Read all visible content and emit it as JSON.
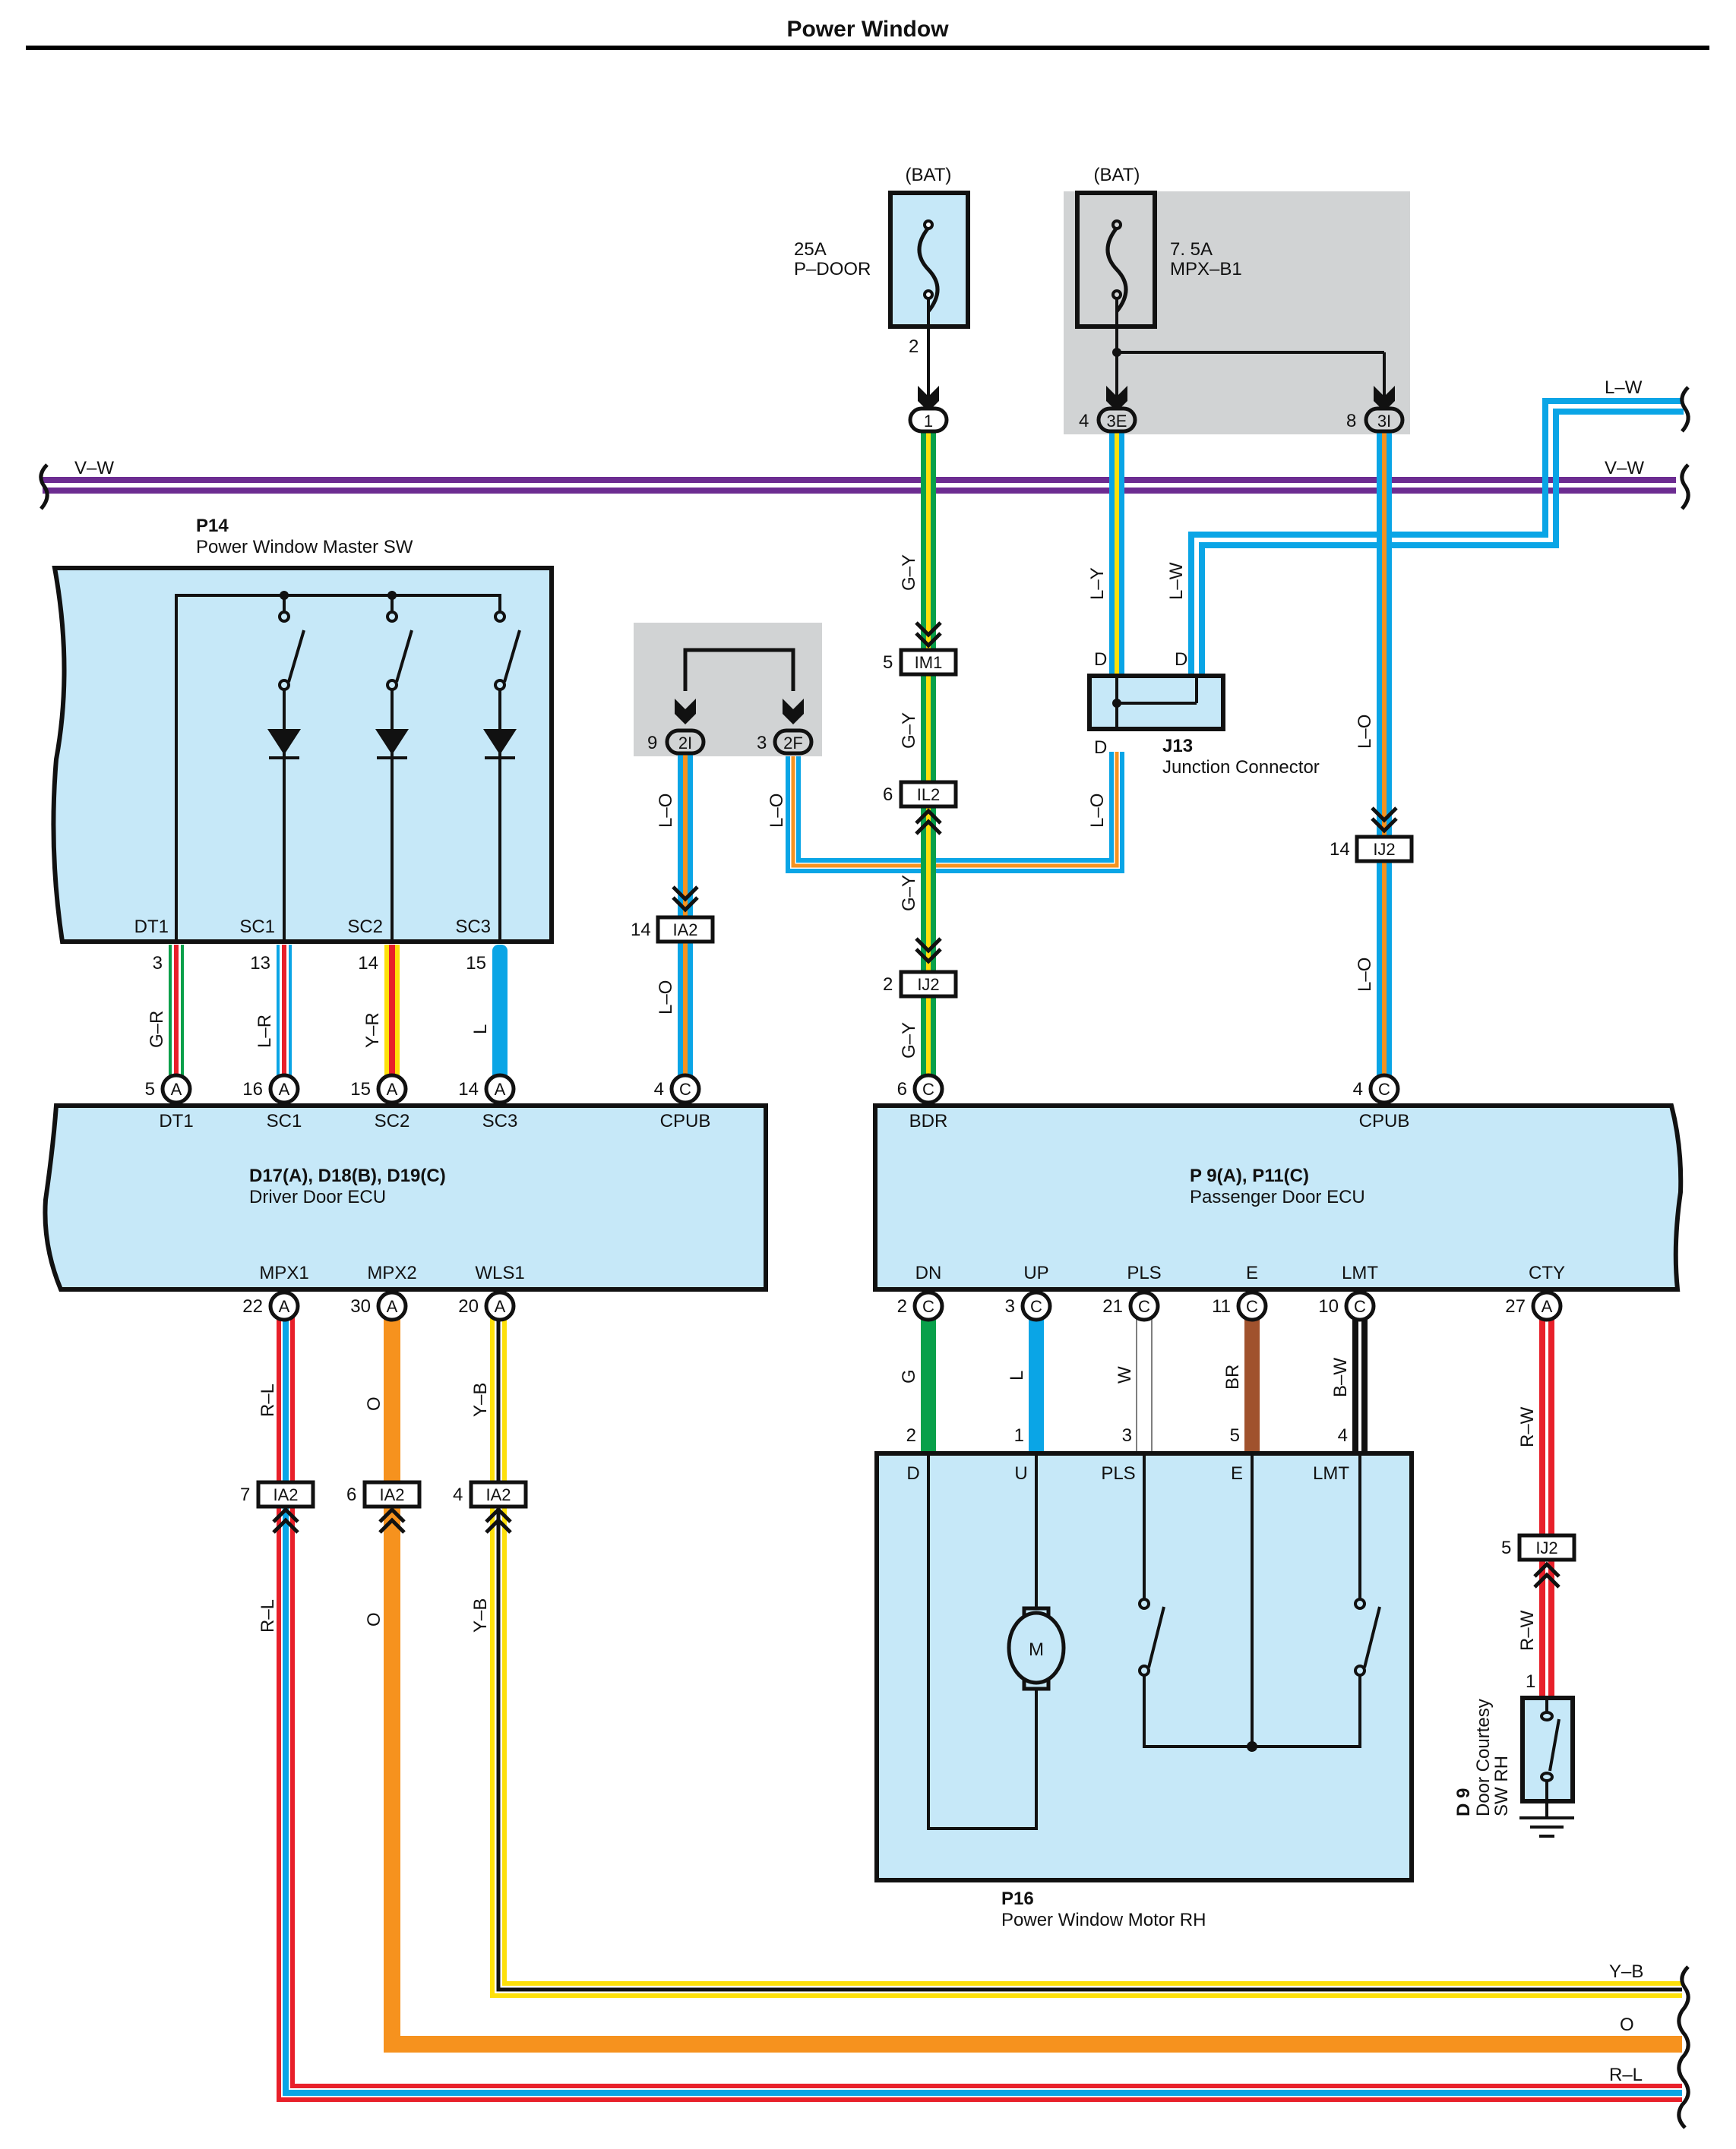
{
  "title": "Power Window",
  "colors": {
    "component_fill": "#c6e8f8",
    "shaded_fill": "#d1d3d4",
    "V": "#6c2c91",
    "L": "#0aa5e6",
    "G": "#08a04a",
    "Y": "#fde00a",
    "R": "#e8202a",
    "O": "#f6921e",
    "BR": "#a0522d",
    "B": "#111111",
    "W": "#ffffff"
  },
  "fuses": [
    {
      "id": "p-door",
      "source": "(BAT)",
      "rating": "25A",
      "name": "P–DOOR",
      "pin": "2",
      "connector": "1"
    },
    {
      "id": "mpx-b1",
      "source": "(BAT)",
      "rating": "7. 5A",
      "name": "MPX–B1",
      "outputs": [
        {
          "pin": "4",
          "connector": "3E"
        },
        {
          "pin": "8",
          "connector": "3I"
        }
      ]
    }
  ],
  "harness_ends": {
    "vw_left": "V–W",
    "vw_right": "V–W",
    "lw_right": "L–W",
    "yb_right": "Y–B",
    "o_right": "O",
    "rl_right": "R–L"
  },
  "master_sw": {
    "code": "P14",
    "name": "Power Window Master SW",
    "terminals": [
      {
        "name": "DT1",
        "pin": "3",
        "wire": "G–R",
        "ecu_pin": "5",
        "ecu_conn": "A"
      },
      {
        "name": "SC1",
        "pin": "13",
        "wire": "L–R",
        "ecu_pin": "16",
        "ecu_conn": "A"
      },
      {
        "name": "SC2",
        "pin": "14",
        "wire": "Y–R",
        "ecu_pin": "15",
        "ecu_conn": "A"
      },
      {
        "name": "SC3",
        "pin": "15",
        "wire": "L",
        "ecu_pin": "14",
        "ecu_conn": "A"
      }
    ]
  },
  "junction_2i_2f": {
    "left": {
      "pin": "9",
      "connector": "2I",
      "wire": "L–O"
    },
    "right": {
      "pin": "3",
      "connector": "2F",
      "wire": "L–O"
    }
  },
  "cpub_left": {
    "inline_pin": "14",
    "inline_conn": "IA2",
    "wire": "L–O",
    "ecu_pin": "4",
    "ecu_conn": "C"
  },
  "bdr_line": {
    "wire": "G–Y",
    "inline": [
      {
        "pin": "5",
        "conn": "IM1"
      },
      {
        "pin": "6",
        "conn": "IL2"
      },
      {
        "pin": "2",
        "conn": "IJ2"
      }
    ],
    "ecu_pin": "6",
    "ecu_conn": "C"
  },
  "j13": {
    "code": "J13",
    "name": "Junction Connector",
    "pin_letters": [
      "D",
      "D",
      "D"
    ],
    "wires": [
      "L–Y",
      "L–W",
      "L–O"
    ]
  },
  "cpub_right": {
    "wire": "L–O",
    "inline_pin": "14",
    "inline_conn": "IJ2",
    "ecu_pin": "4",
    "ecu_conn": "C"
  },
  "driver_ecu": {
    "code": "D17(A), D18(B), D19(C)",
    "name": "Driver Door ECU",
    "top_terminals": [
      "DT1",
      "SC1",
      "SC2",
      "SC3",
      "CPUB"
    ],
    "bottom_terminals": [
      {
        "name": "MPX1",
        "pin": "22",
        "conn": "A",
        "wire": "R–L",
        "inline_pin": "7",
        "inline_conn": "IA2"
      },
      {
        "name": "MPX2",
        "pin": "30",
        "conn": "A",
        "wire": "O",
        "inline_pin": "6",
        "inline_conn": "IA2"
      },
      {
        "name": "WLS1",
        "pin": "20",
        "conn": "A",
        "wire": "Y–B",
        "inline_pin": "4",
        "inline_conn": "IA2"
      }
    ]
  },
  "passenger_ecu": {
    "code": "P 9(A), P11(C)",
    "name": "Passenger Door ECU",
    "top_terminals": [
      "BDR",
      "CPUB"
    ],
    "bottom_terminals": [
      {
        "name": "DN",
        "pin": "2",
        "conn": "C",
        "wire": "G",
        "motor_pin": "2"
      },
      {
        "name": "UP",
        "pin": "3",
        "conn": "C",
        "wire": "L",
        "motor_pin": "1"
      },
      {
        "name": "PLS",
        "pin": "21",
        "conn": "C",
        "wire": "W",
        "motor_pin": "3"
      },
      {
        "name": "E",
        "pin": "11",
        "conn": "C",
        "wire": "BR",
        "motor_pin": "5"
      },
      {
        "name": "LMT",
        "pin": "10",
        "conn": "C",
        "wire": "B–W",
        "motor_pin": "4"
      },
      {
        "name": "CTY",
        "pin": "27",
        "conn": "A",
        "wire": "R–W"
      }
    ]
  },
  "motor": {
    "code": "P16",
    "name": "Power Window Motor RH",
    "terminals": [
      "D",
      "U",
      "PLS",
      "E",
      "LMT"
    ],
    "motor_symbol": "M"
  },
  "courtesy_sw": {
    "code": "D 9",
    "name_line1": "Door Courtesy",
    "name_line2": "SW RH",
    "pin": "1",
    "wire": "R–W",
    "inline_pin": "5",
    "inline_conn": "IJ2"
  }
}
